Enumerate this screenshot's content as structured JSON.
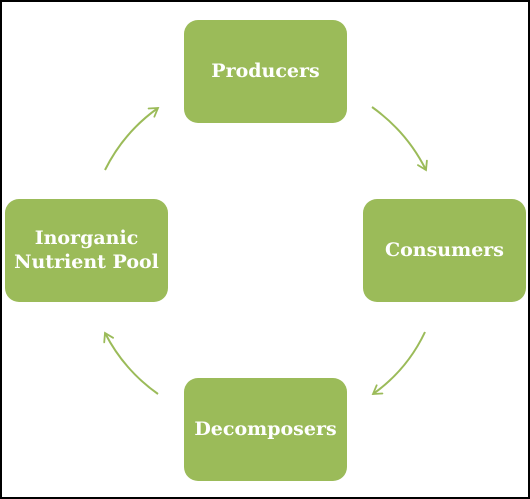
{
  "colors": {
    "node_fill": "#9BBB59",
    "node_text": "#FFFFFF",
    "arrow": "#9BBB59",
    "border": "#000000"
  },
  "nodes": {
    "producers": "Producers",
    "consumers": "Consumers",
    "decomposers": "Decomposers",
    "inorganic_line1": "Inorganic",
    "inorganic_line2": "Nutrient Pool"
  },
  "cycle": [
    {
      "from": "Producers",
      "to": "Consumers"
    },
    {
      "from": "Consumers",
      "to": "Decomposers"
    },
    {
      "from": "Decomposers",
      "to": "Inorganic Nutrient Pool"
    },
    {
      "from": "Inorganic Nutrient Pool",
      "to": "Producers"
    }
  ]
}
